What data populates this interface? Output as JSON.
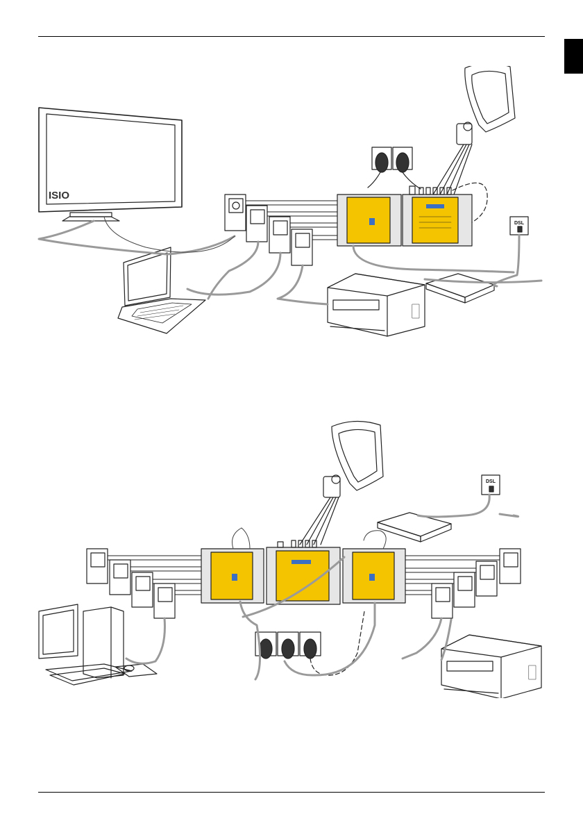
{
  "page": {
    "header_rule": true,
    "footer_rule": true,
    "side_tab_color": "#000000"
  },
  "figure1": {
    "tv_brand": "ISIO",
    "dsl_label": "DSL",
    "accent_color": "#f5c400"
  },
  "figure2": {
    "dsl_label": "DSL",
    "accent_color": "#f5c400"
  }
}
